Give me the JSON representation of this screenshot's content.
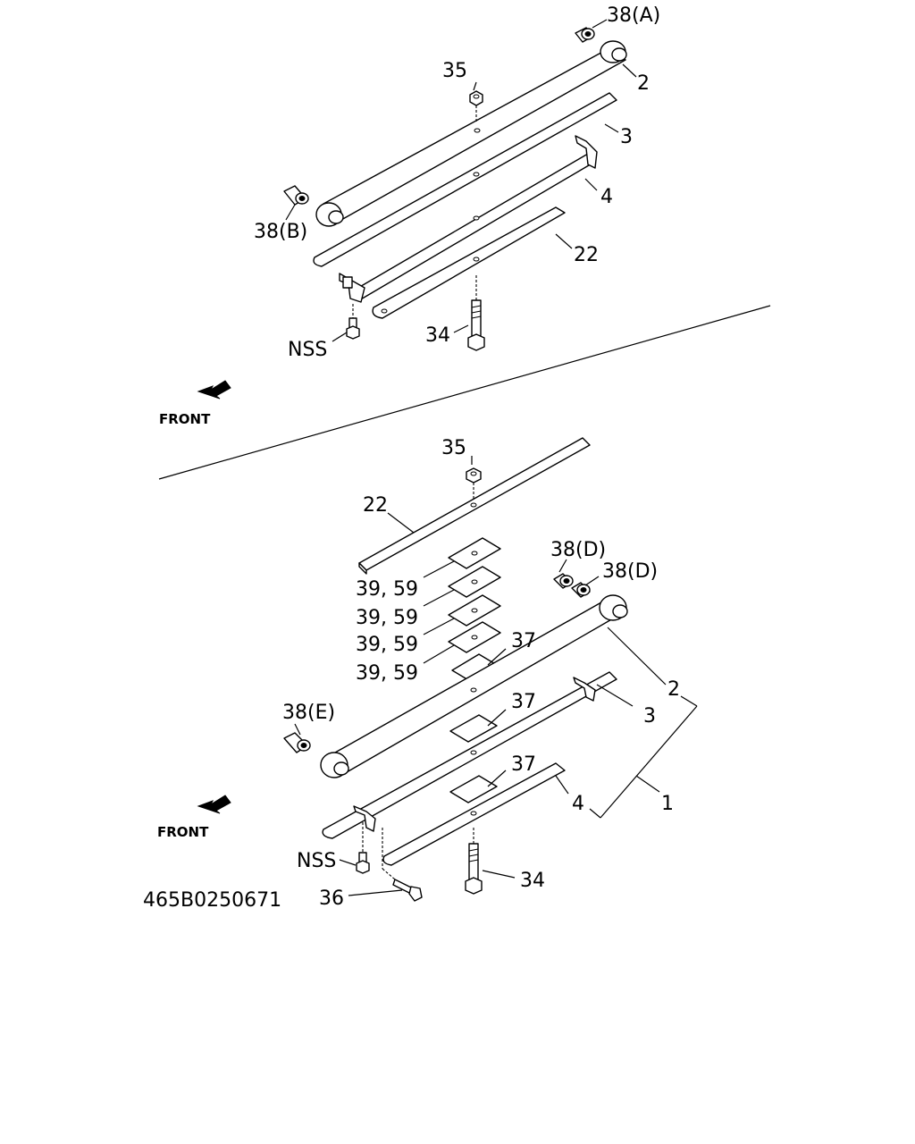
{
  "drawing_code": "465B0250671",
  "direction_label": "FRONT",
  "upper_view": {
    "callouts": {
      "bush_a": "38(A)",
      "nut": "35",
      "main_leaf": "2",
      "second_leaf": "3",
      "third_leaf": "4",
      "bush_b": "38(B)",
      "helper_leaf": "22",
      "nss": "NSS",
      "center_bolt": "34"
    }
  },
  "lower_view": {
    "callouts": {
      "nut": "35",
      "helper_leaf": "22",
      "spacer_1": "39, 59",
      "spacer_2": "39, 59",
      "spacer_3": "39, 59",
      "spacer_4": "39, 59",
      "bush_d1": "38(D)",
      "bush_d2": "38(D)",
      "liner_1": "37",
      "liner_2": "37",
      "liner_3": "37",
      "main_leaf": "2",
      "second_leaf": "3",
      "assembly": "1",
      "third_leaf": "4",
      "bush_e": "38(E)",
      "nss": "NSS",
      "center_bolt": "34",
      "clip_bolt": "36"
    }
  }
}
